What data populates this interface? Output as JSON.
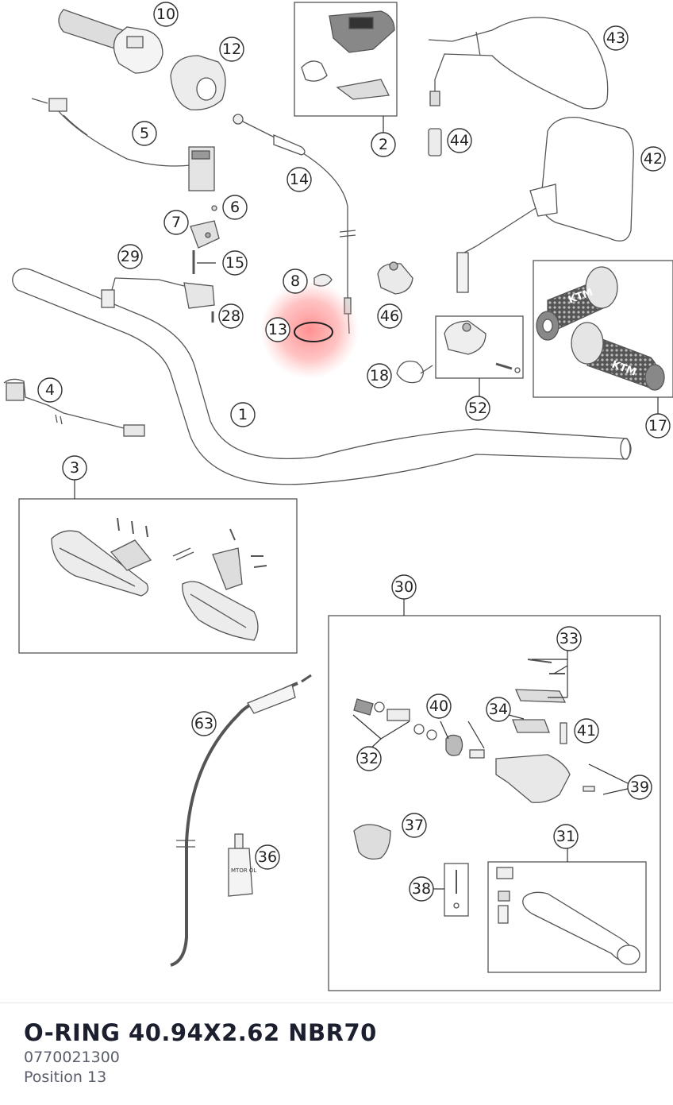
{
  "diagram": {
    "callouts": [
      "10",
      "12",
      "2",
      "43",
      "44",
      "42",
      "5",
      "14",
      "6",
      "7",
      "15",
      "29",
      "8",
      "13",
      "46",
      "28",
      "4",
      "18",
      "52",
      "17",
      "1",
      "3",
      "30",
      "33",
      "40",
      "34",
      "41",
      "32",
      "39",
      "63",
      "37",
      "31",
      "36",
      "38"
    ],
    "grip_brand_text": "KTM",
    "oil_bottle_label": "MTOR ÖL",
    "highlight_color": "#ff6b6b"
  },
  "footer": {
    "part_name": "O-RING 40.94X2.62 NBR70",
    "part_number": "0770021300",
    "position": "Position 13"
  }
}
